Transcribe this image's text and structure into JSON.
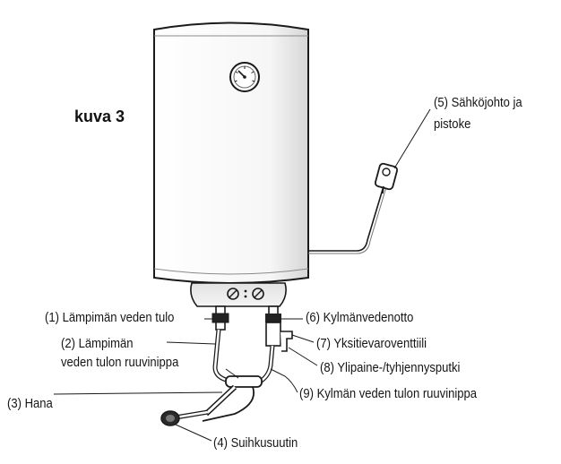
{
  "title": "kuva 3",
  "labels": {
    "hot_water_outlet": "(1) Lämpimän veden tulo",
    "hot_nipple_line1": "(2) Lämpimän",
    "hot_nipple_line2": "veden tulon ruuvinippa",
    "tap": "(3) Hana",
    "shower_head": "(4) Suihkusuutin",
    "power_cord_line1": "(5) Sähköjohto ja",
    "power_cord_line2": "pistoke",
    "cold_inlet": "(6) Kylmänvedenotto",
    "check_valve": "(7) Yksitievaroventtiili",
    "overflow_pipe": "(8) Ylipaine-/tyhjennysputki",
    "cold_nipple": "(9) Kylmän veden tulon ruuvinippa"
  },
  "colors": {
    "ink": "#1a1a1a",
    "tank_shadow": "#cfcfcf",
    "background": "#ffffff"
  },
  "icons": [
    "thermometer-gauge-icon",
    "power-plug-icon",
    "shower-head-icon",
    "knob-icon"
  ]
}
